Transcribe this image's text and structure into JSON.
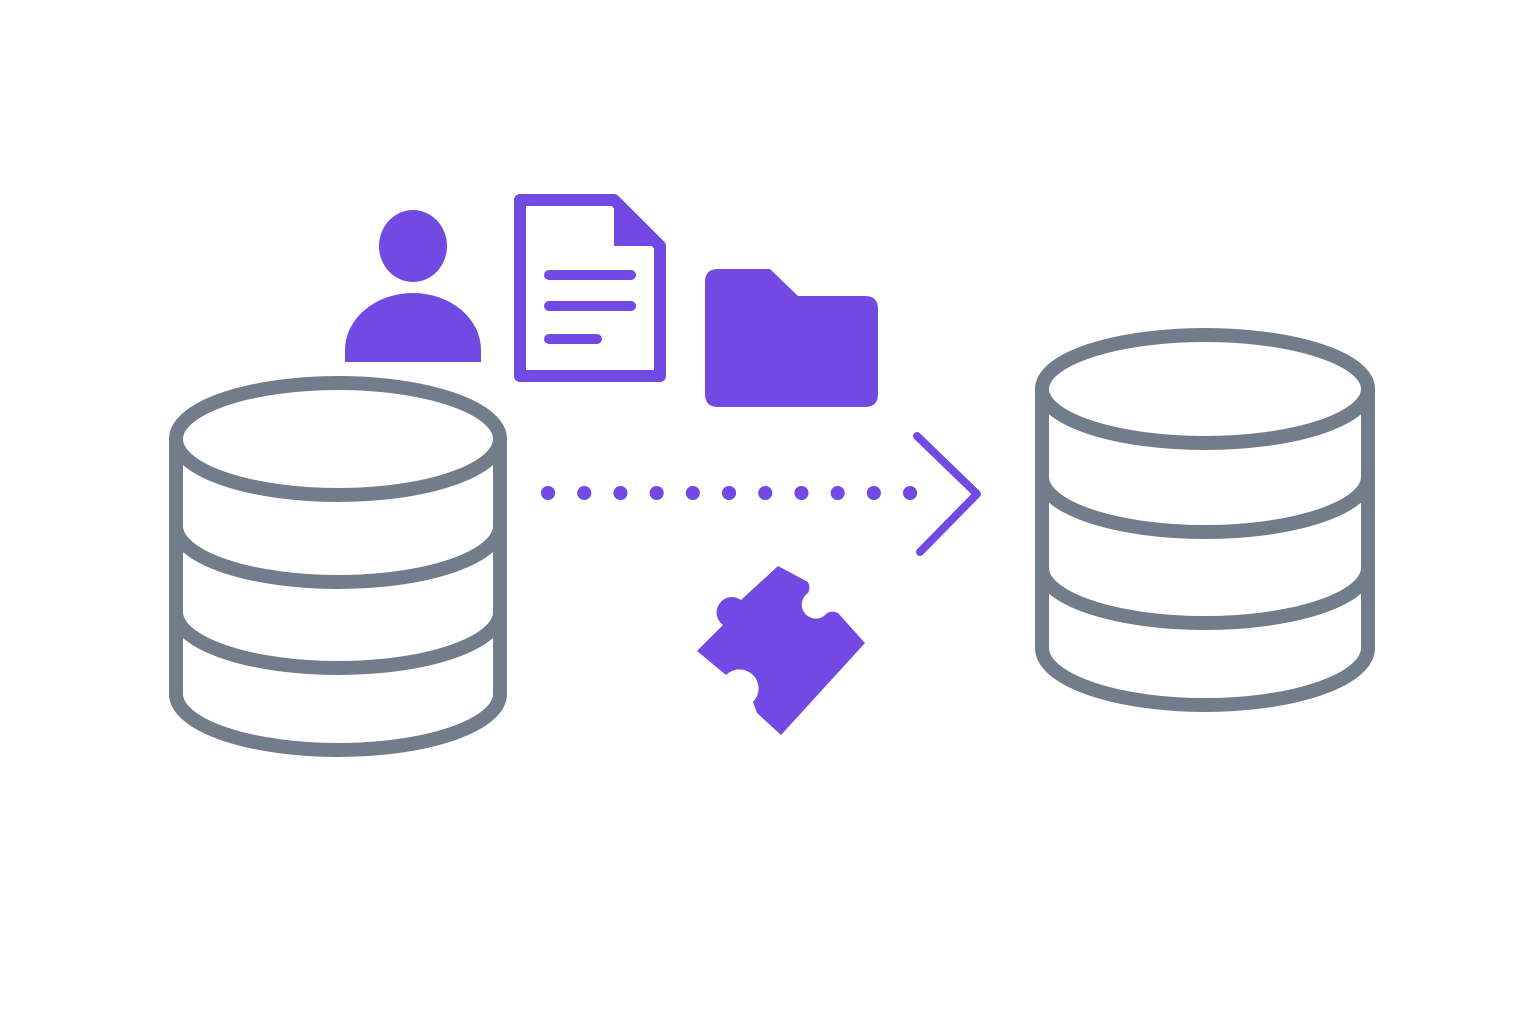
{
  "colors": {
    "background": "#ffffff",
    "database_stroke": "#717d8a",
    "accent": "#7349e4"
  },
  "diagram": {
    "kind": "data-migration",
    "nodes": [
      {
        "id": "source-database",
        "icon": "database-icon"
      },
      {
        "id": "target-database",
        "icon": "database-icon"
      }
    ],
    "flow": {
      "from": "source-database",
      "to": "target-database",
      "style": "dotted-arrow"
    },
    "payload_icons": [
      "user-icon",
      "document-icon",
      "folder-icon",
      "puzzle-piece-icon"
    ]
  }
}
